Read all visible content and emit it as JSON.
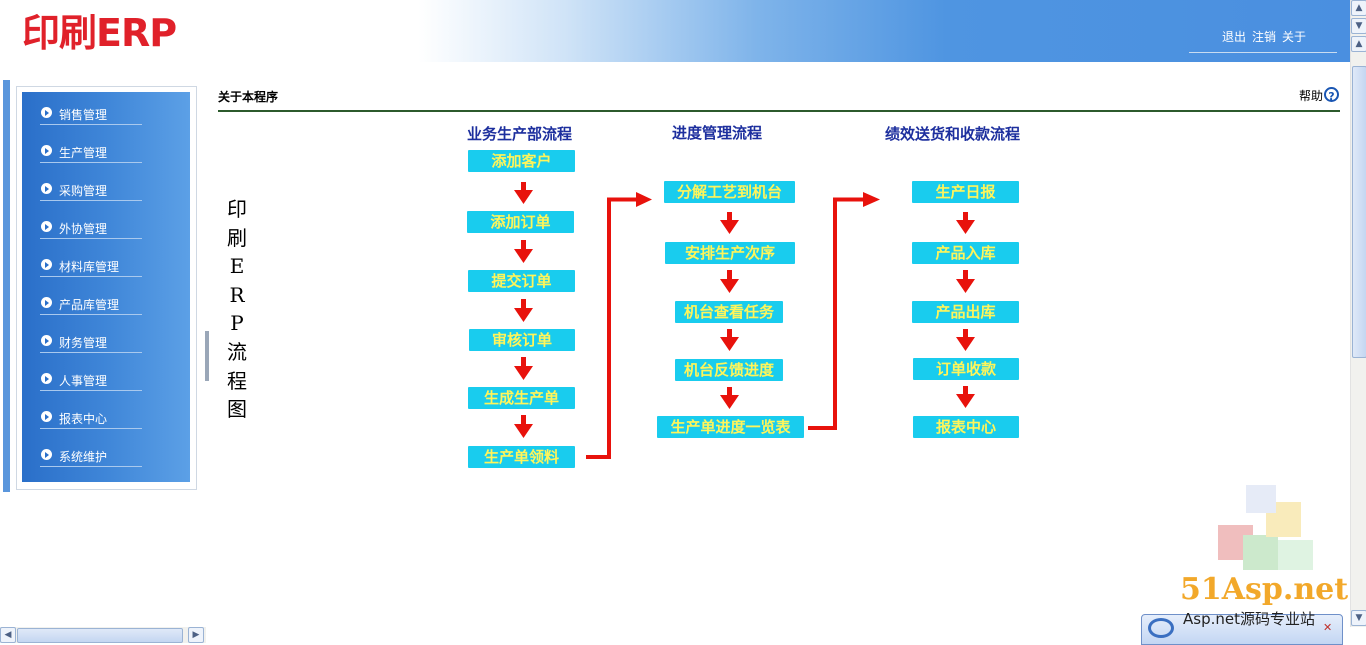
{
  "header": {
    "logo": "印刷ERP",
    "links": [
      "退出",
      "注销",
      "关于"
    ]
  },
  "sidebar": {
    "items": [
      "销售管理",
      "生产管理",
      "采购管理",
      "外协管理",
      "材料库管理",
      "产品库管理",
      "财务管理",
      "人事管理",
      "报表中心",
      "系统维护"
    ]
  },
  "main": {
    "title": "关于本程序",
    "help": "帮助",
    "vertical_title": [
      "印",
      "刷",
      "E",
      "R",
      "P",
      "流",
      "程",
      "图"
    ]
  },
  "flow": {
    "col1": {
      "title": "业务生产部流程",
      "steps": [
        "添加客户",
        "添加订单",
        "提交订单",
        "审核订单",
        "生成生产单",
        "生产单领料"
      ]
    },
    "col2": {
      "title": "进度管理流程",
      "steps": [
        "分解工艺到机台",
        "安排生产次序",
        "机台查看任务",
        "机台反馈进度",
        "生产单进度一览表"
      ]
    },
    "col3": {
      "title": "绩效送货和收款流程",
      "steps": [
        "生产日报",
        "产品入库",
        "产品出库",
        "订单收款",
        "报表中心"
      ]
    }
  },
  "watermark": {
    "brand": "51Asp.net",
    "tagline": "Asp.net源码专业站"
  },
  "colors": {
    "accent_blue": "#4a8fe0",
    "logo_red": "#e0212a",
    "box_bg": "#19ccee",
    "box_text": "#fff55a",
    "arrow_red": "#e8120c"
  }
}
